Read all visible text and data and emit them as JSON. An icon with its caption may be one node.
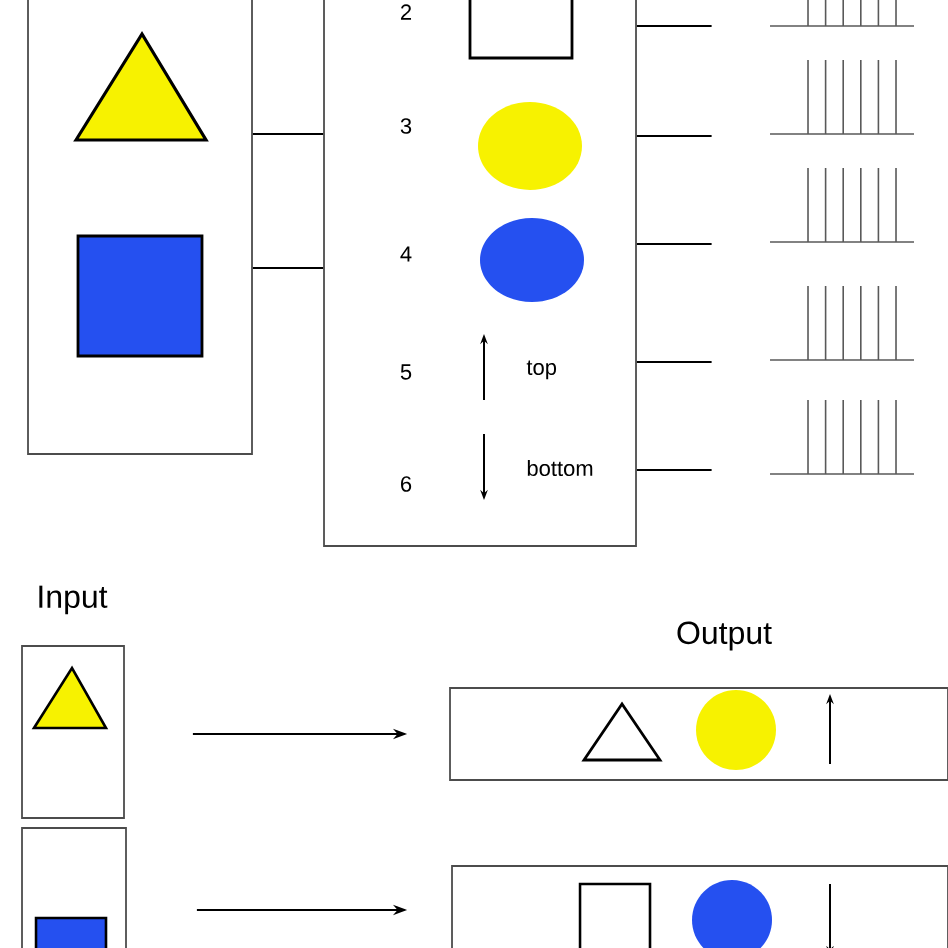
{
  "diagram": {
    "nodes": [
      {
        "text": [],
        "shape": "box"
      },
      {
        "text": [
          "2",
          "3",
          "4",
          "5",
          "top",
          "6",
          "bottom"
        ]
      },
      {
        "text": [],
        "shape": "spikes"
      },
      {
        "text": [],
        "shape": "spikes"
      },
      {
        "text": [],
        "shape": "spikes"
      },
      {
        "text": [],
        "shape": "spikes"
      },
      {
        "text": [],
        "shape": "spikes"
      },
      {
        "text": [],
        "shape": "box"
      },
      {
        "text": [],
        "shape": "box"
      },
      {
        "text": [],
        "shape": "box"
      },
      {
        "text": [],
        "shape": "box"
      }
    ],
    "edges": [
      {
        "from": 0,
        "to": 1,
        "arrow": "none"
      },
      {
        "from": 0,
        "to": 1,
        "arrow": "none"
      },
      {
        "from": 1,
        "to": 2,
        "arrow": "none"
      },
      {
        "from": 1,
        "to": 3,
        "arrow": "none"
      },
      {
        "from": 1,
        "to": 4,
        "arrow": "none"
      },
      {
        "from": 1,
        "to": 5,
        "arrow": "none"
      },
      {
        "from": 1,
        "to": 6,
        "arrow": "none"
      },
      {
        "from": 7,
        "to": 9,
        "arrow": "to"
      },
      {
        "from": 8,
        "to": 10,
        "arrow": "to"
      }
    ],
    "labels": [
      "Input",
      "Output"
    ]
  }
}
